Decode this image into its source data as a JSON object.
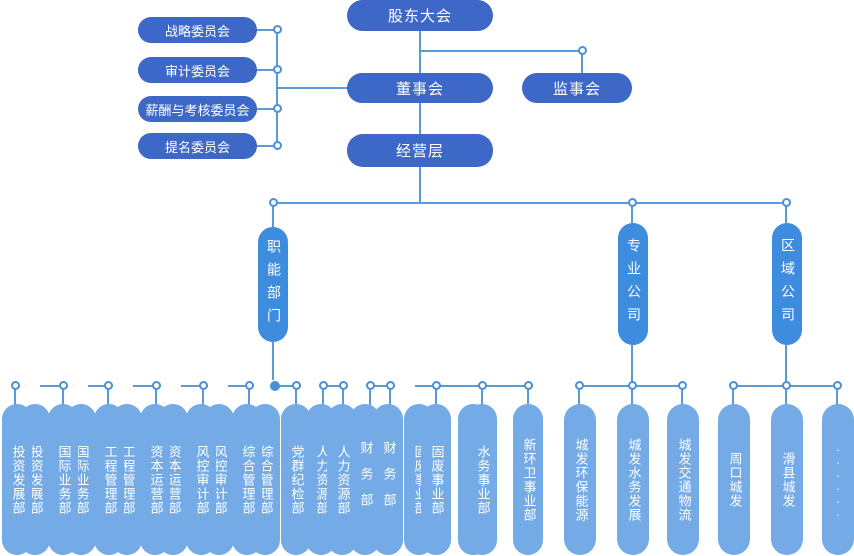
{
  "colors": {
    "governance_blue": "#3E68C7",
    "branch_blue": "#3E8CDE",
    "department_blue": "#74AAE5",
    "connector_blue": "#5B9BD5"
  },
  "governance": {
    "shareholders": "股东大会",
    "board": "董事会",
    "supervisory": "监事会",
    "management": "经营层"
  },
  "committees": [
    "战略委员会",
    "审计委员会",
    "薪酬与考核委员会",
    "提名委员会"
  ],
  "branches": [
    {
      "label": "职能部门",
      "children": [
        "投资发展部",
        "国际业务部",
        "工程管理部",
        "资本运营部",
        "风控审计部",
        "综合管理部",
        "党群纪检部",
        "人力资源部",
        "财务部",
        "固废事业部",
        "水务事业部",
        "新环卫事业部"
      ]
    },
    {
      "label": "专业公司",
      "children": [
        "城发环保能源",
        "城发水务发展",
        "城发交通物流"
      ]
    },
    {
      "label": "区域公司",
      "children": [
        "周口城发",
        "滑县城发",
        "......"
      ]
    }
  ]
}
